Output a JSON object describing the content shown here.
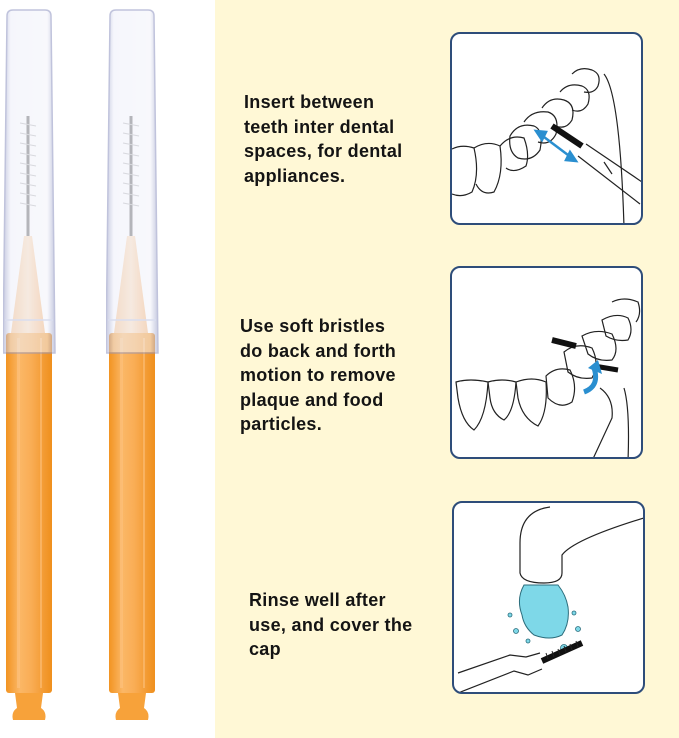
{
  "product": {
    "name": "interdental-brush",
    "brushes": [
      {
        "id": "brush-1",
        "handle_color": "#f7a23a",
        "cap": "transparent"
      },
      {
        "id": "brush-2",
        "handle_color": "#f7a23a",
        "cap": "transparent"
      }
    ]
  },
  "colors": {
    "panel_bg": "#fff8d6",
    "box_border": "#2e4d7a",
    "accent_blue": "#2a8fd0",
    "water": "#7ed8e8",
    "handle_orange": "#f7a23a",
    "handle_light": "#fdd3a8"
  },
  "steps": [
    {
      "text_lines": [
        "Insert between",
        "teeth inter dental",
        "spaces, for dental",
        "appliances."
      ],
      "illustration": "brush-between-teeth-illustration"
    },
    {
      "text_lines": [
        "Use soft bristles",
        "do back and forth",
        "motion to remove",
        "plaque and food",
        "particles."
      ],
      "illustration": "back-and-forth-motion-illustration"
    },
    {
      "text_lines": [
        "Rinse well after",
        "use, and cover the",
        "cap"
      ],
      "illustration": "rinse-under-tap-illustration"
    }
  ]
}
